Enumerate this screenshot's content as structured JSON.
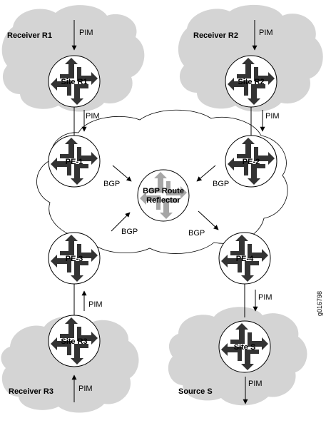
{
  "figure_id": "g016798",
  "clouds": {
    "receiver_r1": "Receiver R1",
    "receiver_r2": "Receiver R2",
    "receiver_r3": "Receiver R3",
    "source_s": "Source S"
  },
  "routers": {
    "site_r1": "Site R1",
    "site_r2": "Site R2",
    "site_r3": "Site R3",
    "site_s": "Site S",
    "pe1": "PE-1",
    "pe2": "PE-2",
    "pe3": "PE-3",
    "pe4": "PE-4",
    "reflector_line1": "BGP Route",
    "reflector_line2": "Reflector"
  },
  "links": {
    "pim": "PIM",
    "bgp": "BGP"
  },
  "colors": {
    "cloud_fill": "#d4d4d4",
    "core_cloud_fill": "#ffffff",
    "router_arrow": "#333333",
    "reflector_arrow": "#a6a6a6"
  }
}
